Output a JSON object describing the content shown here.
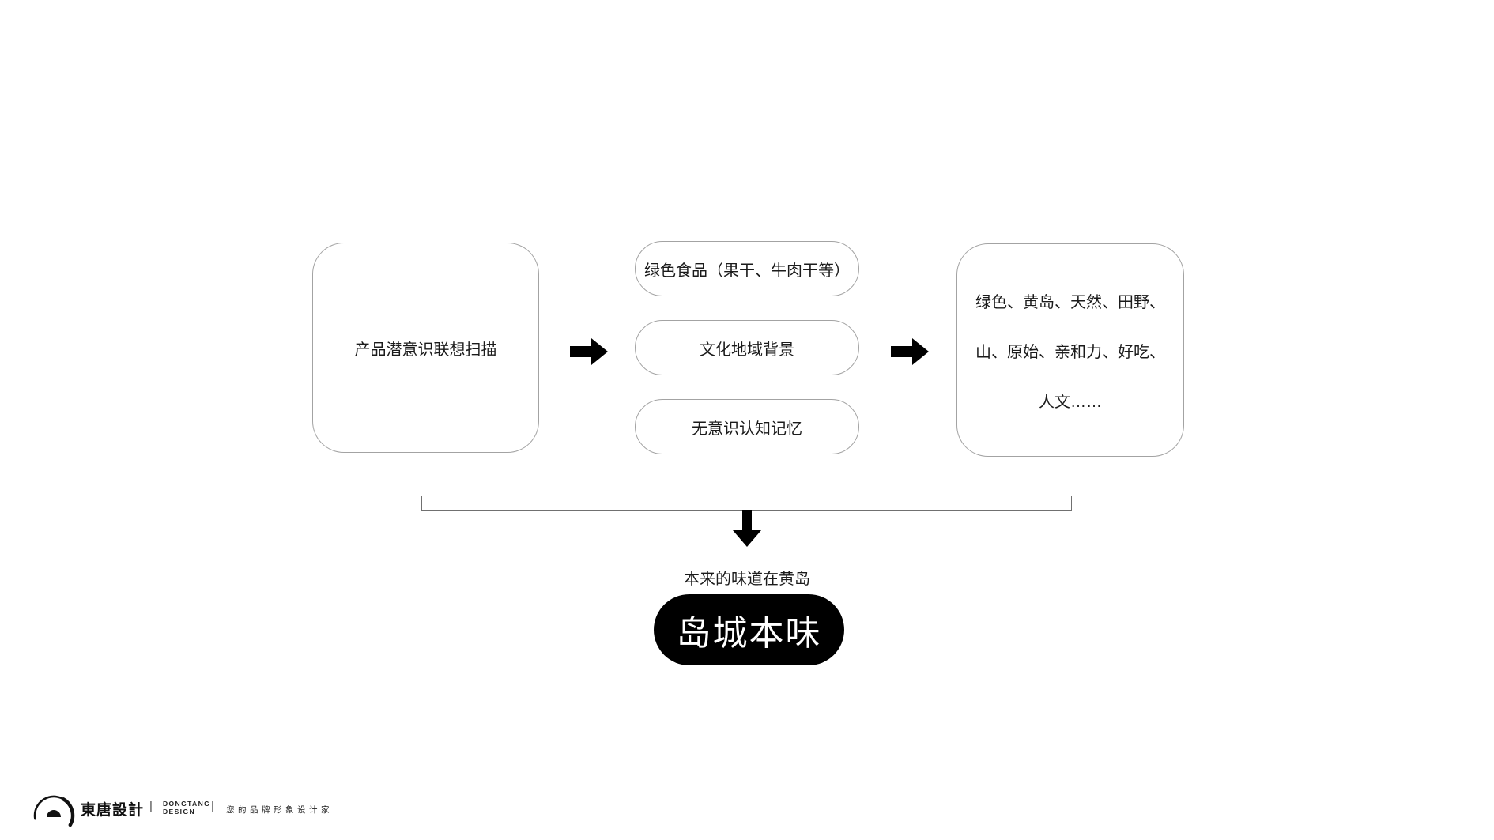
{
  "page": {
    "background": "#ffffff",
    "text_color": "#1b1b1b",
    "box_border_color": "#a3a3a3",
    "arrow_color": "#000000"
  },
  "diagram": {
    "left_box": {
      "label": "产品潜意识联想扫描"
    },
    "middle_boxes": [
      {
        "label": "绿色食品（果干、牛肉干等）"
      },
      {
        "label": "文化地域背景"
      },
      {
        "label": "无意识认知记忆"
      }
    ],
    "right_box": {
      "lines": [
        "绿色、黄岛、天然、田野、",
        "山、原始、亲和力、好吃、",
        "人文……"
      ]
    },
    "result": {
      "caption": "本来的味道在黄岛",
      "label": "岛城本味",
      "pill_bg": "#000000",
      "pill_text_color": "#ffffff"
    }
  },
  "footer": {
    "logo_cn": "東唐設計",
    "logo_en": "DONGTANG\nDESIGN",
    "separator": "|",
    "tagline": "您的品牌形象设计家"
  }
}
